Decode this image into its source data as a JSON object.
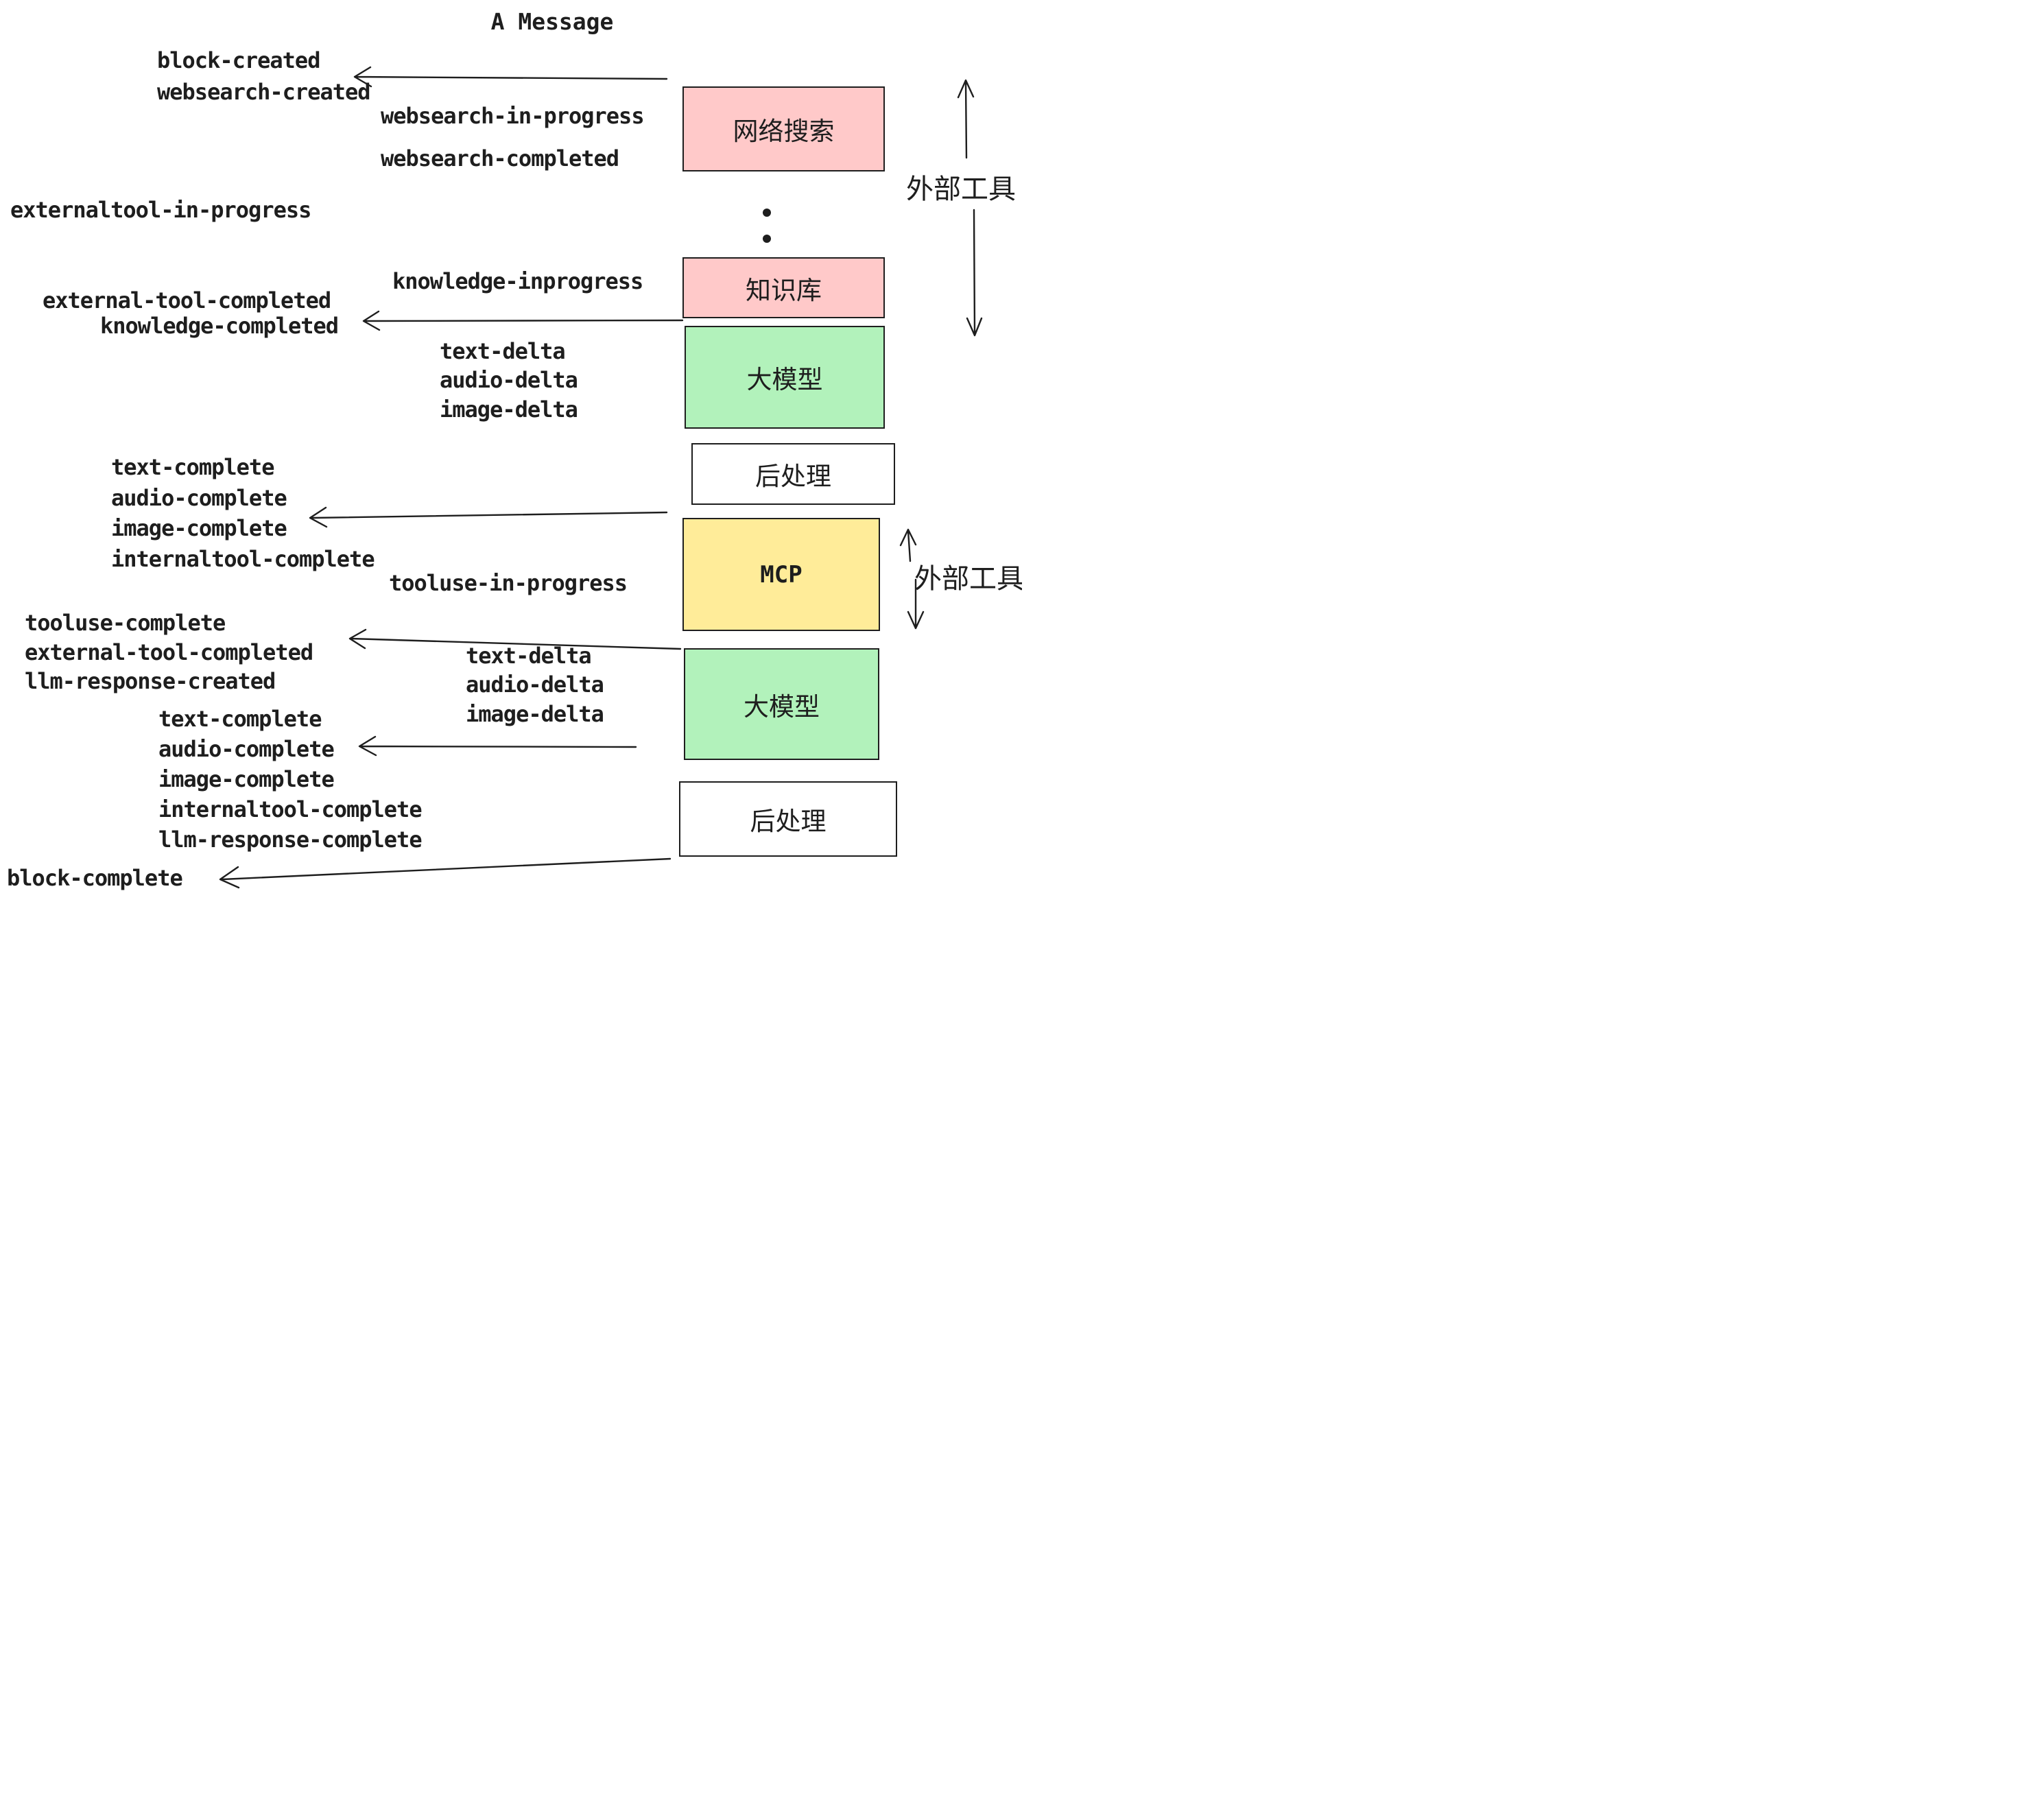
{
  "diagram": {
    "title": "A Message",
    "event_labels": {
      "block_created": "block-created",
      "websearch_created": "websearch-created",
      "websearch_in_progress": "websearch-in-progress",
      "websearch_completed": "websearch-completed",
      "externaltool_in_progress": "externaltool-in-progress",
      "knowledge_inprogress": "knowledge-inprogress",
      "external_tool_completed": "external-tool-completed",
      "knowledge_completed": "knowledge-completed",
      "text_delta": "text-delta",
      "audio_delta": "audio-delta",
      "image_delta": "image-delta",
      "text_complete": "text-complete",
      "audio_complete": "audio-complete",
      "image_complete": "image-complete",
      "internaltool_complete": "internaltool-complete",
      "tooluse_in_progress": "tooluse-in-progress",
      "tooluse_complete": "tooluse-complete",
      "llm_response_created": "llm-response-created",
      "llm_response_complete": "llm-response-complete",
      "block_complete": "block-complete"
    },
    "nodes": {
      "web_search": "网络搜索",
      "knowledge_base": "知识库",
      "llm": "大模型",
      "post_process": "后处理",
      "mcp": "MCP"
    },
    "side_annotations": {
      "external_tools": "外部工具"
    },
    "colors": {
      "node_pink": "#ffc9c9",
      "node_green": "#b2f2bb",
      "node_yellow": "#ffec99",
      "node_white": "#ffffff",
      "ink": "#1e1e1e"
    }
  }
}
